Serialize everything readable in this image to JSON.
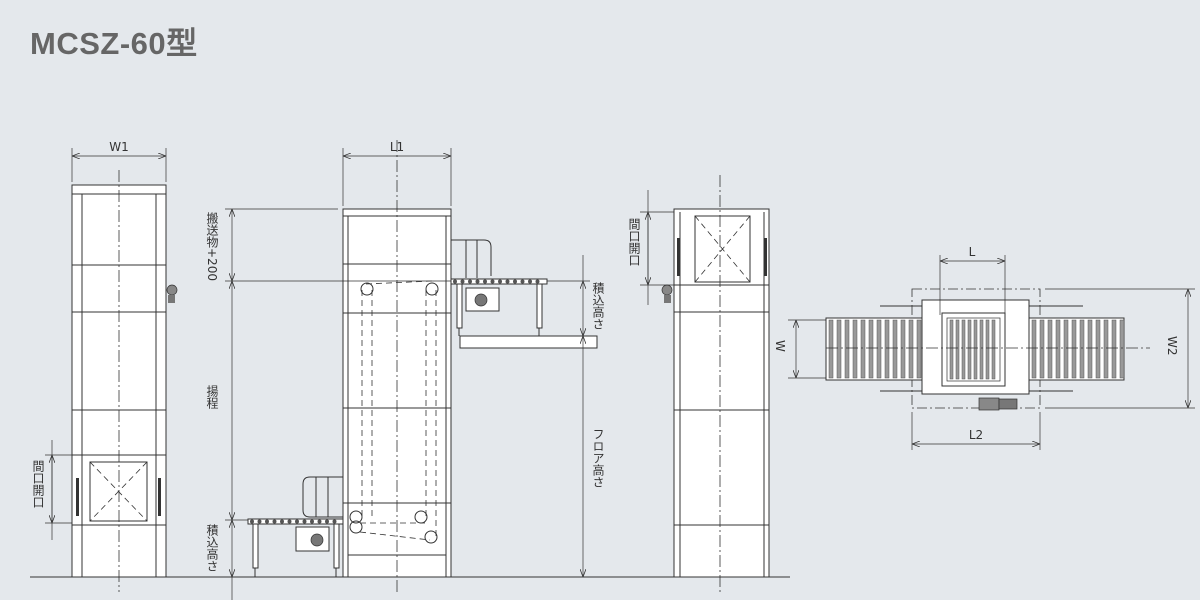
{
  "title": "MCSZ-60型",
  "labels": {
    "w1": "W1",
    "l1": "L1",
    "carry_plus": "搬送物+200",
    "lift": "揚程",
    "load_height_lower": "積込高さ",
    "load_height_upper": "積込高さ",
    "floor_height": "フロア高さ",
    "opening_front": "間口開口",
    "opening_rear": "間口開口",
    "l": "L",
    "w": "W",
    "w2": "W2",
    "l2": "L2"
  },
  "colors": {
    "background": "#e4e8ec",
    "line": "#333333",
    "title": "#666666"
  }
}
